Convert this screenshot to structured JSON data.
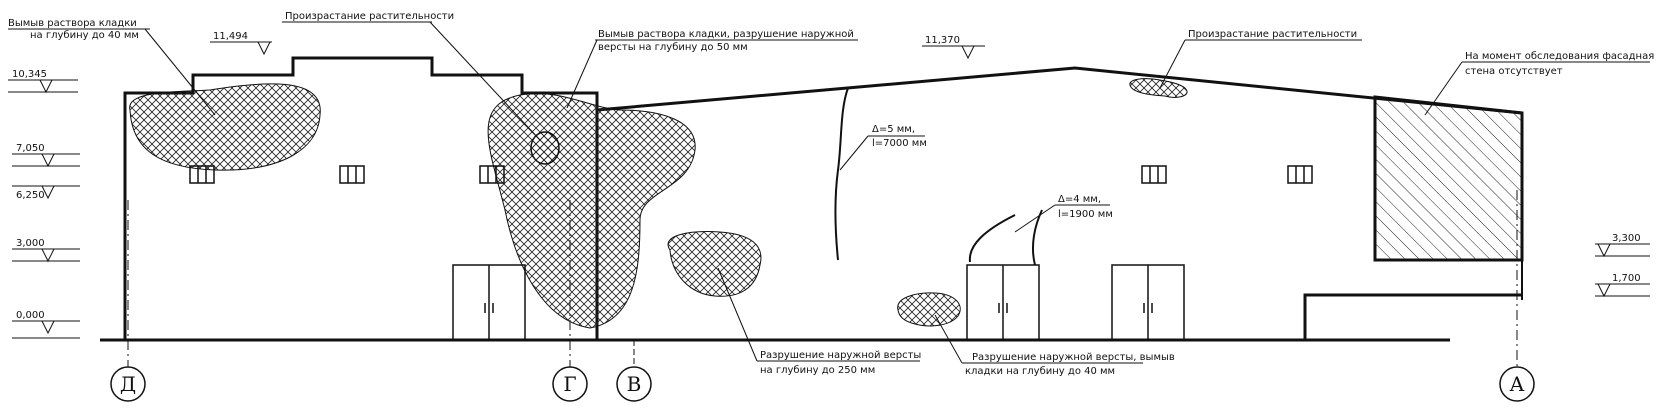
{
  "levels": {
    "l10345": "10,345",
    "l7050": "7,050",
    "l6250": "6,250",
    "l3000": "3,000",
    "l0000": "0,000",
    "l11494": "11,494",
    "l11370": "11,370",
    "l3300": "3,300",
    "l1700": "1,700"
  },
  "axes": {
    "d": "Д",
    "g": "Г",
    "v": "В",
    "a": "А"
  },
  "notes": {
    "washout40_l1": "Вымыв раствора кладки",
    "washout40_l2": "на глубину до 40 мм",
    "vegetation1": "Произрастание растительности",
    "washout50_l1": "Вымыв раствора кладки, разрушение наружной",
    "washout50_l2": "версты на глубину до 50 мм",
    "vegetation2": "Произрастание растительности",
    "absent_l1": "На момент обследования фасадная",
    "absent_l2": "стена отсутствует",
    "crack1_l1": "Δ=5 мм,",
    "crack1_l2": "l=7000 мм",
    "crack2_l1": "Δ=4 мм,",
    "crack2_l2": "l=1900 мм",
    "destr250_l1": "Разрушение наружной версты",
    "destr250_l2": "на глубину до 250 мм",
    "destr40_l1": "Разрушение наружной версты, вымыв",
    "destr40_l2": "кладки  на глубину до 40 мм"
  }
}
